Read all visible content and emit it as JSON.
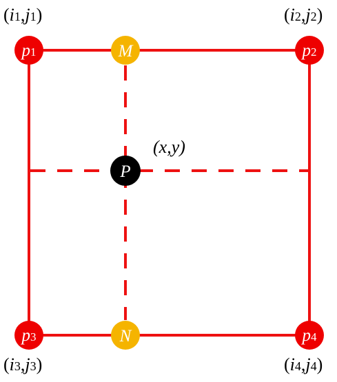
{
  "colors": {
    "line": "#ee1111",
    "corner": "#ee0000",
    "midpoint": "#f5b400",
    "center": "#000000",
    "label_on_node": "#ffffff",
    "text": "#000000"
  },
  "nodes": {
    "p1": {
      "label": "p",
      "sub": "1"
    },
    "p2": {
      "label": "p",
      "sub": "2"
    },
    "p3": {
      "label": "p",
      "sub": "3"
    },
    "p4": {
      "label": "p",
      "sub": "4"
    },
    "M": {
      "label": "M"
    },
    "N": {
      "label": "N"
    },
    "P": {
      "label": "P"
    }
  },
  "coords": {
    "c1": {
      "open": "(",
      "i": "i",
      "isub": "1",
      "comma": ",",
      "j": "j",
      "jsub": "1",
      "close": ")"
    },
    "c2": {
      "open": "(",
      "i": "i",
      "isub": "2",
      "comma": ",",
      "j": "j",
      "jsub": "2",
      "close": ")"
    },
    "c3": {
      "open": "(",
      "i": "i",
      "isub": "3",
      "comma": ",",
      "j": "j",
      "jsub": "3",
      "close": ")"
    },
    "c4": {
      "open": "(",
      "i": "i",
      "isub": "4",
      "comma": ",",
      "j": "j",
      "jsub": "4",
      "close": ")"
    },
    "cP": {
      "text": "(x,y)"
    }
  }
}
